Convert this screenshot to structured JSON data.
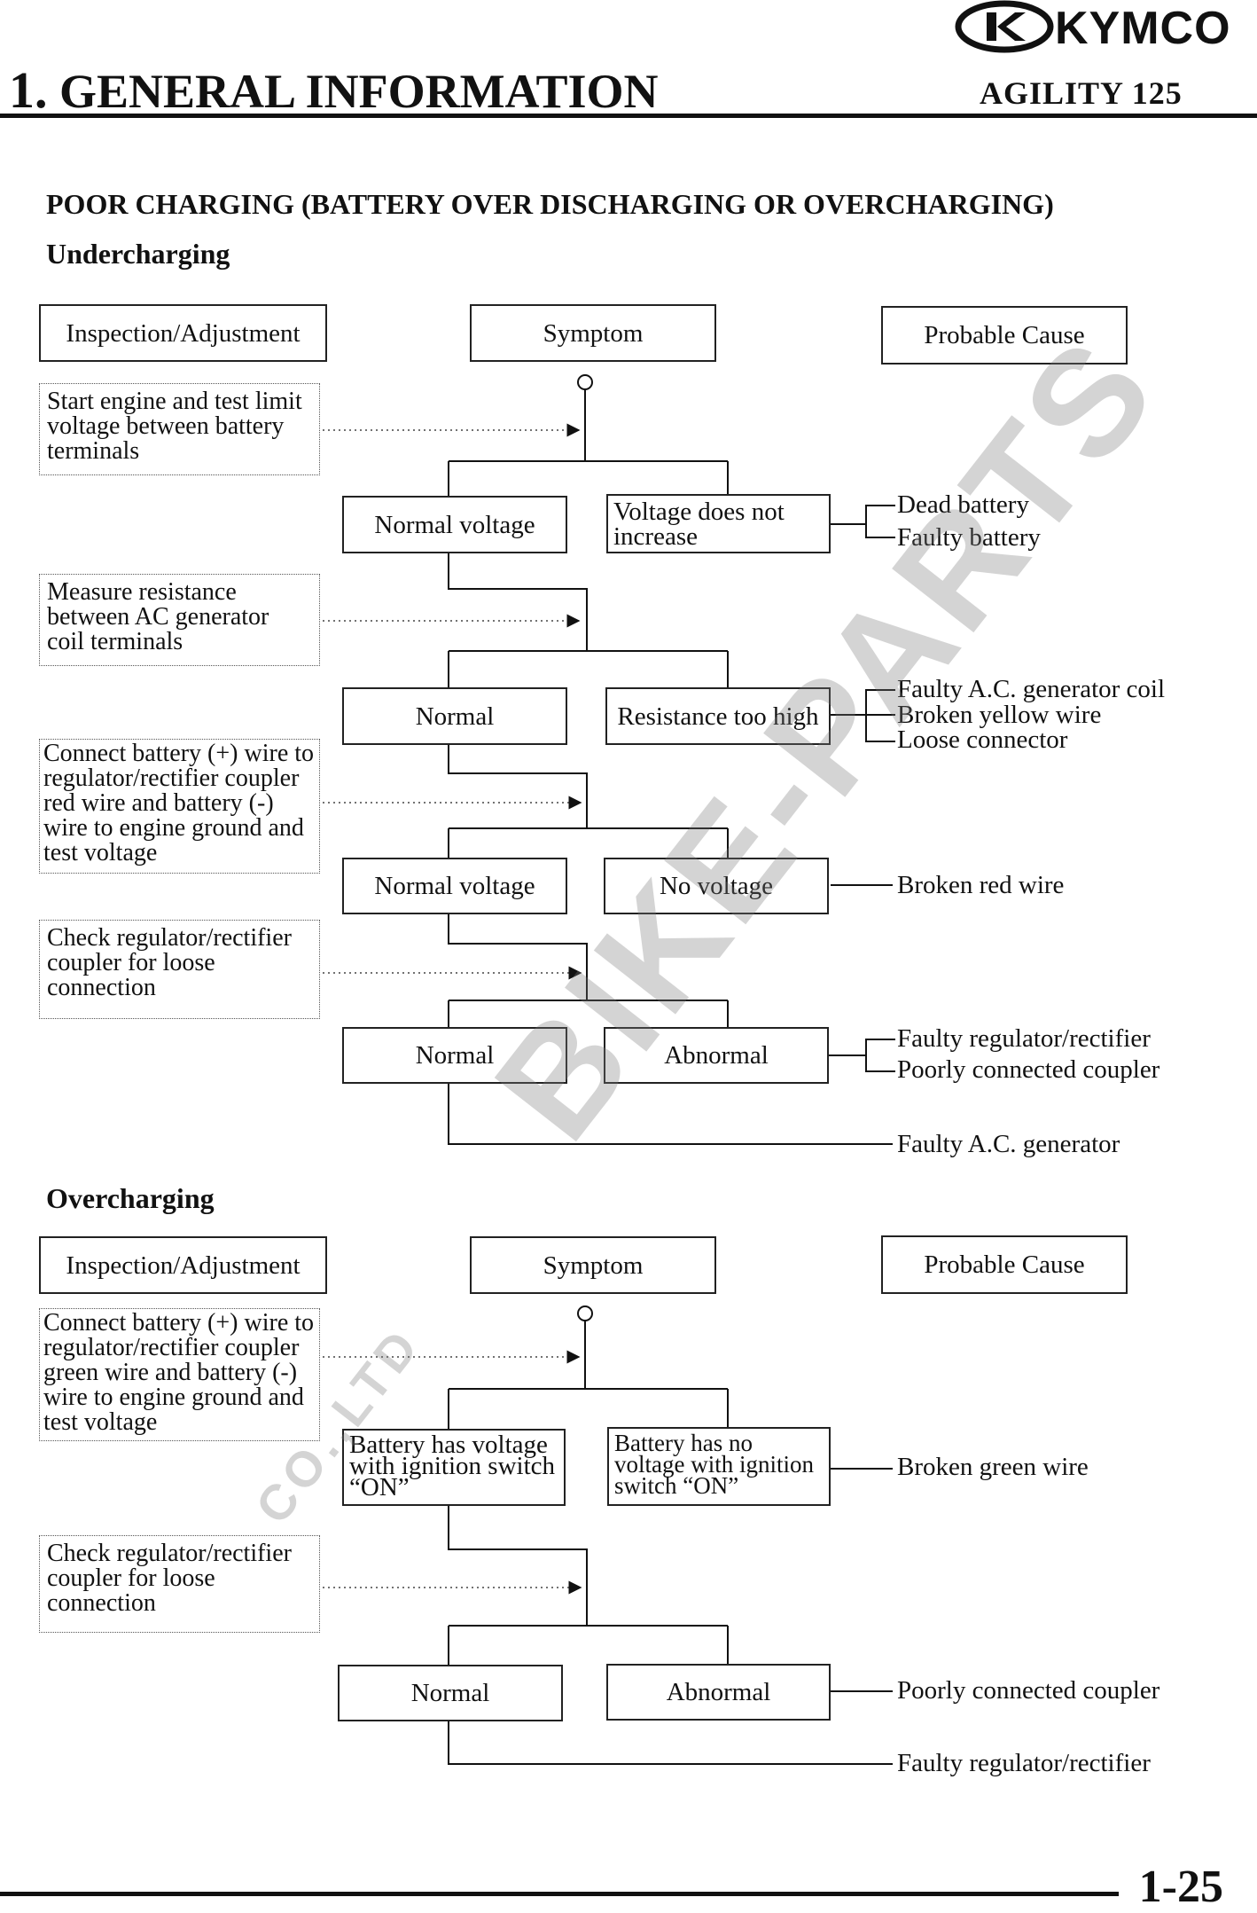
{
  "header": {
    "logo_text": "KYMCO",
    "chapter_number": "1.",
    "chapter_title": "GENERAL INFORMATION",
    "model": "AGILITY 125"
  },
  "title": "POOR CHARGING (BATTERY OVER DISCHARGING OR OVERCHARGING)",
  "undercharging": {
    "heading": "Undercharging",
    "col_inspection": "Inspection/Adjustment",
    "col_symptom": "Symptom",
    "col_cause": "Probable Cause",
    "step1": "Start engine and test limit voltage between battery terminals",
    "s1_normal": "Normal voltage",
    "s1_abnormal": "Voltage does not increase",
    "s1_cause1": "Dead battery",
    "s1_cause2": "Faulty battery",
    "step2": "Measure resistance between AC generator coil terminals",
    "s2_normal": "Normal",
    "s2_abnormal": "Resistance too high",
    "s2_cause1": "Faulty A.C. generator coil",
    "s2_cause2": "Broken yellow wire",
    "s2_cause3": "Loose connector",
    "step3": "Connect battery (+) wire to regulator/rectifier coupler red wire and battery (-) wire to engine ground and test voltage",
    "s3_normal": "Normal voltage",
    "s3_abnormal": "No voltage",
    "s3_cause1": "Broken red wire",
    "step4": "Check regulator/rectifier coupler for loose connection",
    "s4_normal": "Normal",
    "s4_abnormal": "Abnormal",
    "s4_cause1": "Faulty regulator/rectifier",
    "s4_cause2": "Poorly connected coupler",
    "final_cause": "Faulty A.C. generator"
  },
  "overcharging": {
    "heading": "Overcharging",
    "col_inspection": "Inspection/Adjustment",
    "col_symptom": "Symptom",
    "col_cause": "Probable Cause",
    "step1": "Connect battery (+) wire to regulator/rectifier coupler green wire and battery (-) wire to engine ground and test voltage",
    "s1_normal": "Battery has voltage with ignition switch “ON”",
    "s1_abnormal": "Battery has no voltage with ignition switch “ON”",
    "s1_cause1": "Broken green wire",
    "step2": "Check regulator/rectifier coupler for loose connection",
    "s2_normal": "Normal",
    "s2_abnormal": "Abnormal",
    "s2_cause1": "Poorly connected coupler",
    "final_cause": "Faulty regulator/rectifier"
  },
  "watermark": {
    "main": "BIKE-PARTS",
    "sub": "CO.,LTD"
  },
  "page_number": "1-25"
}
